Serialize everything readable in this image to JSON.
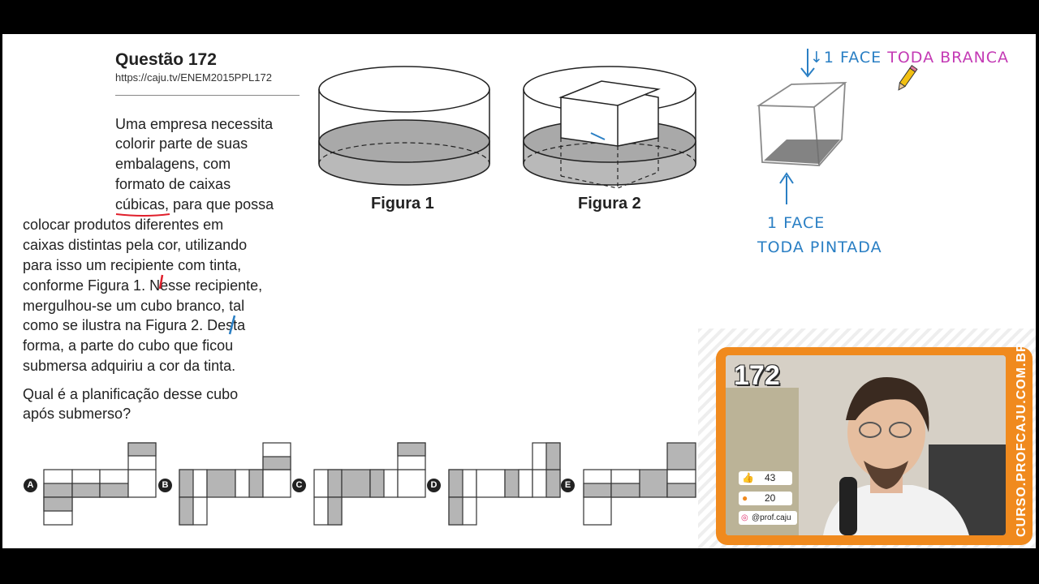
{
  "question": {
    "title": "Questão 172",
    "url": "https://caju.tv/ENEM2015PPL172",
    "lines": [
      "Uma empresa necessita",
      "colorir parte de suas",
      "embalagens, com",
      "formato de caixas",
      "cúbicas, para que possa",
      "colocar produtos diferentes em",
      "caixas distintas pela cor, utilizando",
      "para isso um recipiente com tinta,",
      "conforme Figura 1. Nesse recipiente,",
      "mergulhou-se um cubo branco, tal",
      "como se ilustra na Figura 2. Desta",
      "forma, a parte do cubo que ficou",
      "submersa adquiriu a cor da tinta."
    ],
    "prompt": [
      "Qual é a planificação desse cubo",
      "após submerso?"
    ]
  },
  "figures": [
    "Figura 1",
    "Figura 2"
  ],
  "annotations": {
    "top_blue": "↓1 FACE ",
    "top_magenta": "TODA BRANCA",
    "bottom_line1": "1 FACE",
    "bottom_line2": "TODA PINTADA"
  },
  "options": [
    "A",
    "B",
    "C",
    "D",
    "E"
  ],
  "stream": {
    "number": "172",
    "likes": "43",
    "viewers": "20",
    "handle": "@prof.caju",
    "site": "CURSO.PROFCAJU.COM.BR"
  },
  "colors": {
    "accent_orange": "#f08a1e",
    "pen_red": "#e01f2b",
    "pen_blue": "#2a7fc4",
    "pen_magenta": "#c43bb5",
    "paint_gray": "#b5b5b5"
  }
}
